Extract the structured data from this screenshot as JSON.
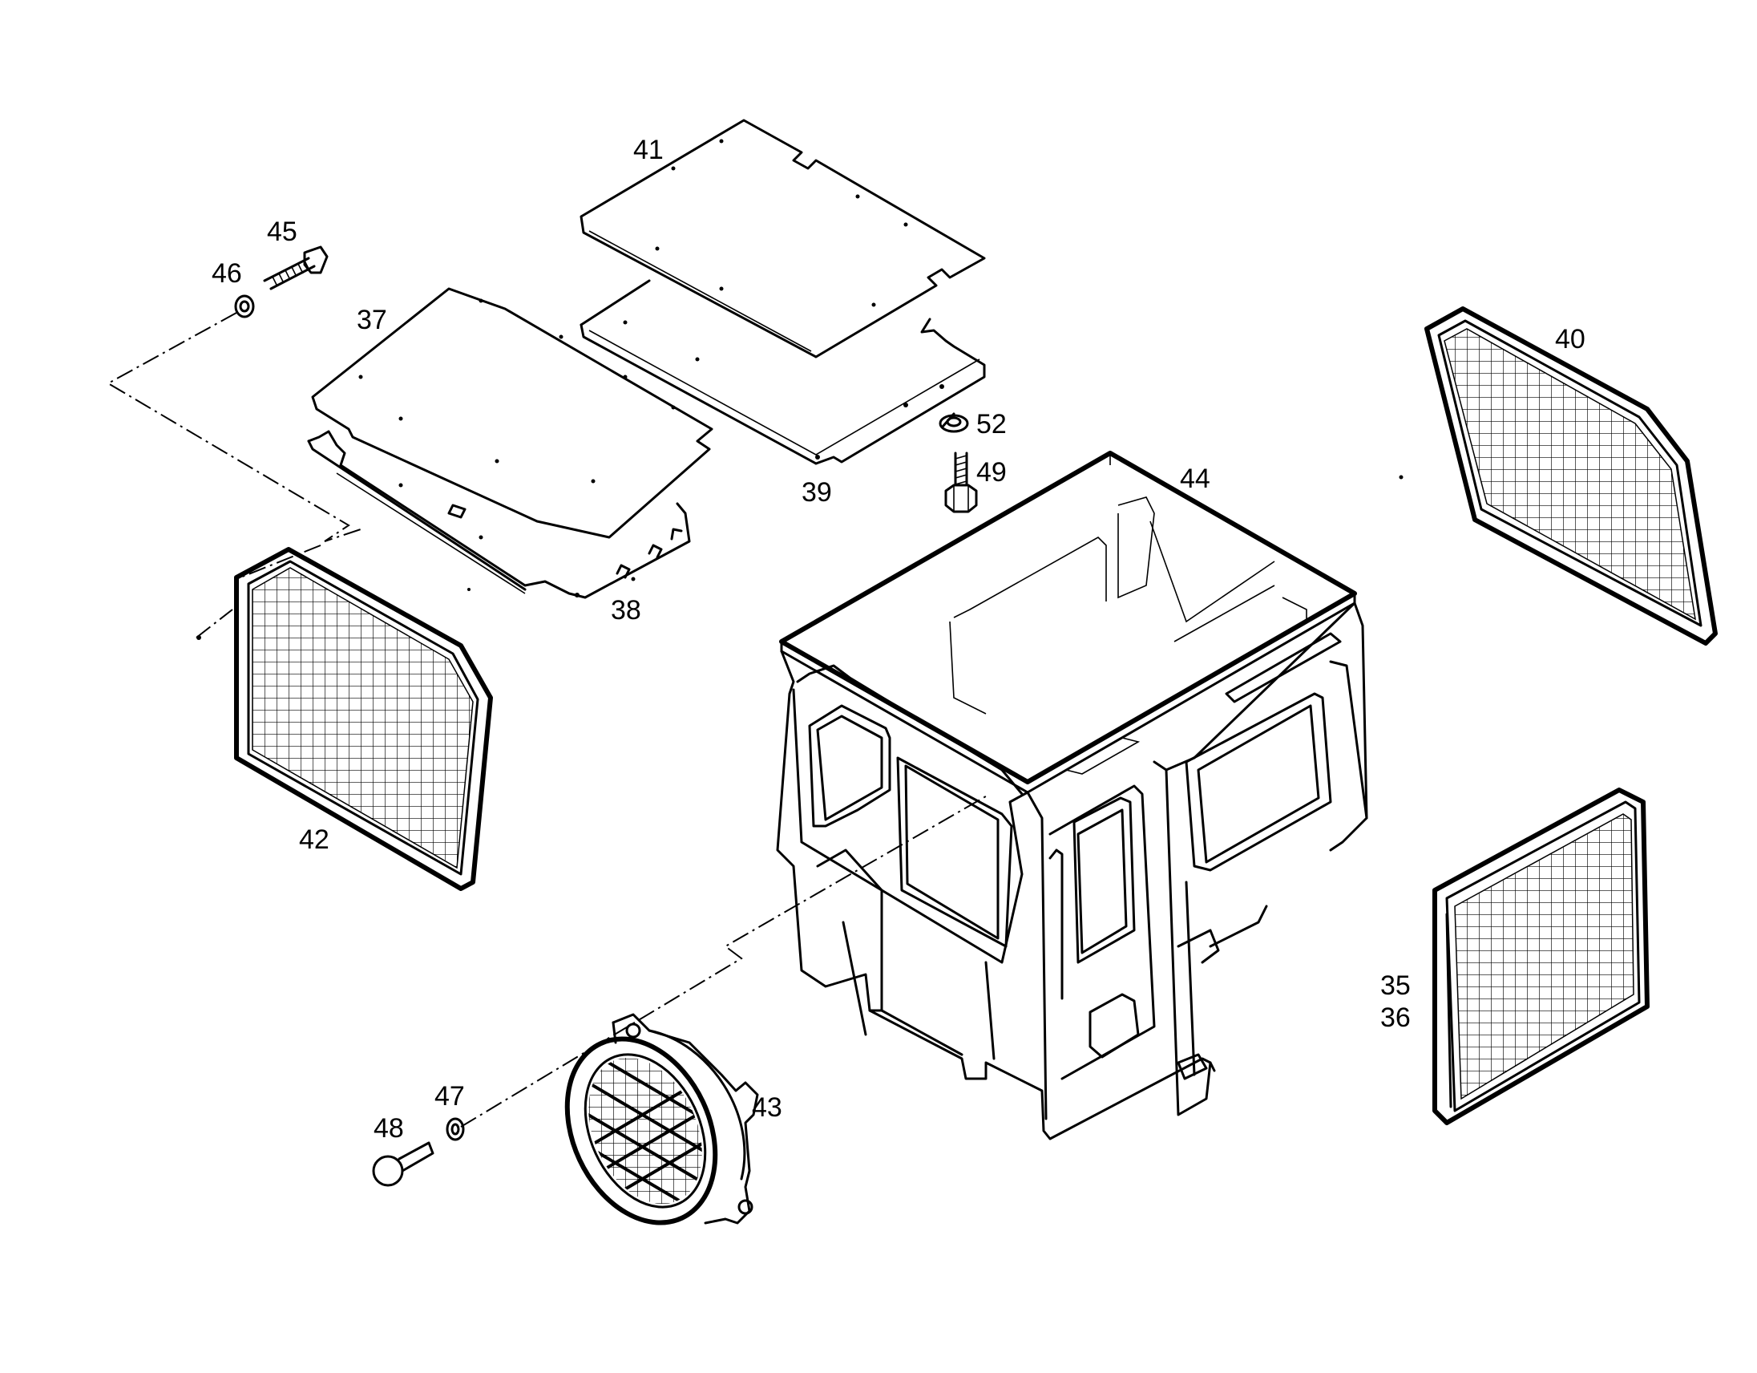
{
  "labels": {
    "p35": "35",
    "p36": "36",
    "p37": "37",
    "p38": "38",
    "p39": "39",
    "p40": "40",
    "p41": "41",
    "p42": "42",
    "p43": "43",
    "p44": "44",
    "p45": "45",
    "p46": "46",
    "p47": "47",
    "p48": "48",
    "p49": "49",
    "p52": "52"
  },
  "colors": {
    "line": "#000000",
    "background": "#ffffff"
  }
}
